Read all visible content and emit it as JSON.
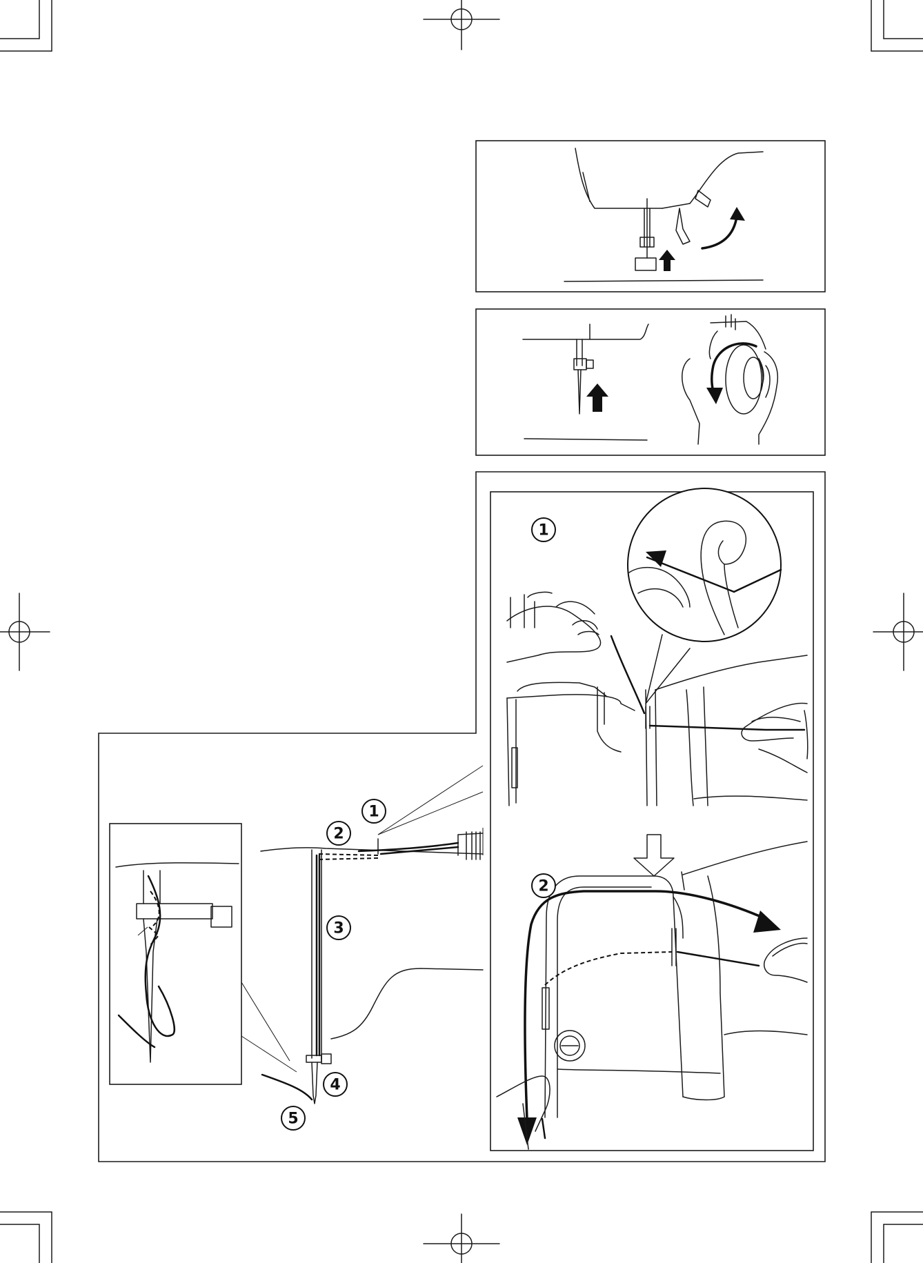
{
  "figure": {
    "step_markers": {
      "one": "1",
      "two": "2",
      "three": "3",
      "four": "4",
      "five": "5"
    }
  },
  "icons": [
    "crop-mark",
    "registration-target",
    "arrow-up-icon",
    "curved-arrow-icon",
    "hollow-down-arrow-icon"
  ]
}
